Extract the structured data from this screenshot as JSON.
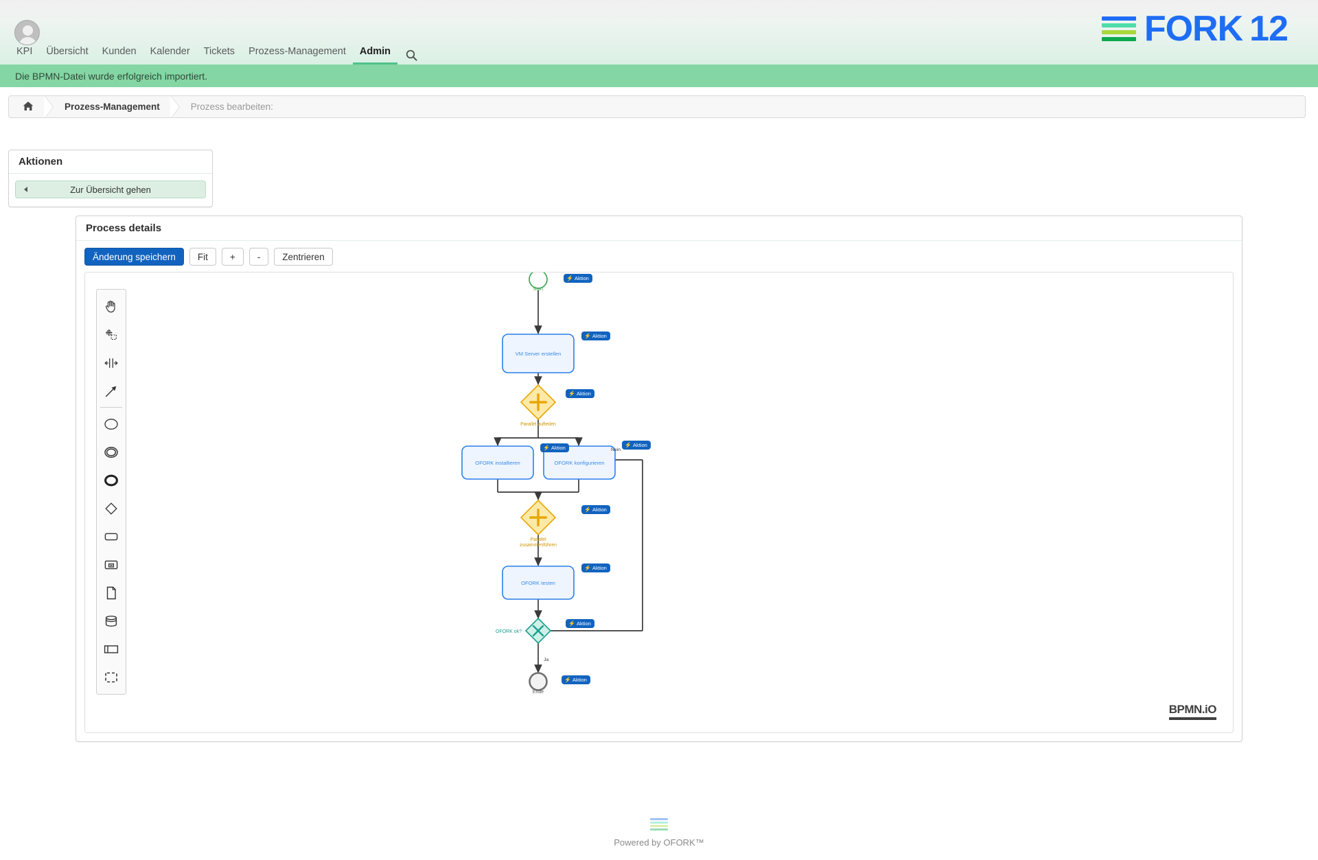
{
  "brand": {
    "name": "FORK",
    "number": "12",
    "bar_colors": [
      "#1f6df5",
      "#4ddcaa",
      "#a8d83a",
      "#0ba94c"
    ],
    "accent_blue": "#1f6df5"
  },
  "header": {
    "avatar_icon": "user-avatar-icon",
    "search_icon": "search-icon"
  },
  "nav": {
    "items": [
      {
        "label": "KPI",
        "active": false
      },
      {
        "label": "Übersicht",
        "active": false
      },
      {
        "label": "Kunden",
        "active": false
      },
      {
        "label": "Kalender",
        "active": false
      },
      {
        "label": "Tickets",
        "active": false
      },
      {
        "label": "Prozess-Management",
        "active": false
      },
      {
        "label": "Admin",
        "active": true
      }
    ],
    "active_underline_color": "#4fc28b"
  },
  "flash": {
    "message": "Die BPMN-Datei wurde erfolgreich importiert.",
    "background": "#84d6a4"
  },
  "breadcrumb": {
    "home_icon": "home-icon",
    "items": [
      {
        "label": "Prozess-Management",
        "muted": false
      },
      {
        "label": "Prozess bearbeiten:",
        "muted": true
      }
    ]
  },
  "actions_panel": {
    "title": "Aktionen",
    "button_label": "Zur Übersicht gehen"
  },
  "process_panel": {
    "title": "Process details",
    "toolbar": [
      {
        "label": "Änderung speichern",
        "primary": true
      },
      {
        "label": "Fit",
        "primary": false
      },
      {
        "label": "+",
        "primary": false
      },
      {
        "label": "-",
        "primary": false
      },
      {
        "label": "Zentrieren",
        "primary": false
      }
    ]
  },
  "palette": {
    "tools": [
      {
        "name": "hand-tool-icon",
        "title": "Hand"
      },
      {
        "name": "lasso-tool-icon",
        "title": "Lasso"
      },
      {
        "name": "space-tool-icon",
        "title": "Space"
      },
      {
        "name": "connect-tool-icon",
        "title": "Connect"
      },
      {
        "name": "start-event-icon",
        "title": "Start Event"
      },
      {
        "name": "intermediate-event-icon",
        "title": "Intermediate Event"
      },
      {
        "name": "end-event-icon",
        "title": "End Event"
      },
      {
        "name": "gateway-icon",
        "title": "Gateway"
      },
      {
        "name": "task-icon",
        "title": "Task"
      },
      {
        "name": "subprocess-icon",
        "title": "Sub Process"
      },
      {
        "name": "data-object-icon",
        "title": "Data Object"
      },
      {
        "name": "data-store-icon",
        "title": "Data Store"
      },
      {
        "name": "participant-icon",
        "title": "Participant"
      },
      {
        "name": "group-icon",
        "title": "Group"
      }
    ]
  },
  "diagram": {
    "watermark": "BPMN.iO",
    "action_badge_label": "Aktion",
    "action_badge_icon": "lightning-bolt-icon",
    "action_badge_color": "#1163bf",
    "nodes": [
      {
        "id": "start",
        "type": "start-event",
        "label": "Start"
      },
      {
        "id": "vm",
        "type": "task",
        "label": "VM Server erstellen"
      },
      {
        "id": "fork",
        "type": "parallel-gateway",
        "label": "Parallel aufteilen"
      },
      {
        "id": "install",
        "type": "task",
        "label": "OFORK installieren"
      },
      {
        "id": "configure",
        "type": "task",
        "label": "OFORK konfigurieren"
      },
      {
        "id": "join",
        "type": "parallel-gateway",
        "label": "Parallel zusammenführen"
      },
      {
        "id": "test",
        "type": "task",
        "label": "OFORK testen"
      },
      {
        "id": "decision",
        "type": "exclusive-gateway",
        "label": "OFORK ok?"
      },
      {
        "id": "end",
        "type": "end-event",
        "label": "Ende"
      }
    ],
    "edge_labels": [
      {
        "id": "nein",
        "label": "Nein"
      },
      {
        "id": "ja",
        "label": "Ja"
      }
    ],
    "colors": {
      "start_event": "#3fa653",
      "task_stroke": "#2a7fe8",
      "task_fill": "#eef5ff",
      "task_text": "#2a7fe8",
      "parallel_gateway": "#e6a700",
      "parallel_gateway_fill": "#ffe9a8",
      "exclusive_gateway": "#1a9e8f",
      "exclusive_gateway_fill": "#cdf0e7",
      "end_event": "#6f6f6f",
      "connector": "#3a3a3a"
    }
  },
  "footer": {
    "text": "Powered by OFORK™"
  }
}
